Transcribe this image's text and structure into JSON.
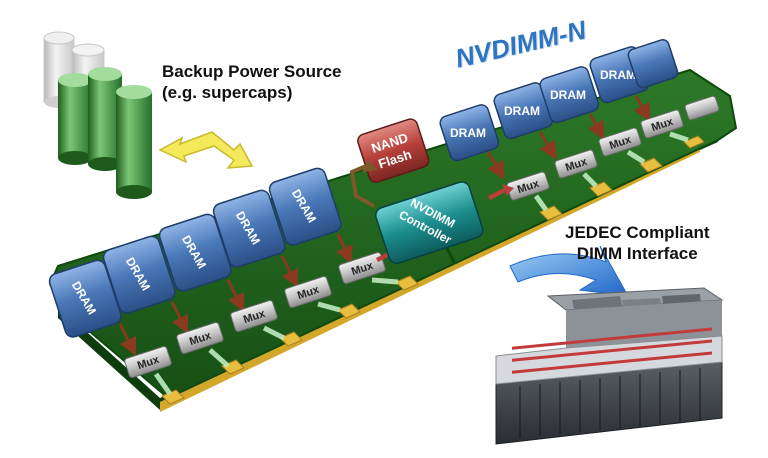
{
  "labels": {
    "module_name": "NVDIMM-N",
    "backup_power_line1": "Backup Power Source",
    "backup_power_line2": "(e.g. supercaps)",
    "jedec_line1": "JEDEC Compliant",
    "jedec_line2": "DIMM Interface",
    "dram": "DRAM",
    "mux": "Mux",
    "nand_line1": "NAND",
    "nand_line2": "Flash",
    "controller_line1": "NVDIMM",
    "controller_line2": "Controller"
  },
  "colors": {
    "title_blue": "#2f74c0",
    "board_green": "#1f6a1c",
    "gold_contacts": "#d4a62a",
    "dram_blue": "#4a78b8",
    "mux_gray": "#b8b8b8",
    "nand_red": "#b8403a",
    "controller_teal": "#1b8e8e",
    "supercap_green": "#3f9a3c",
    "arrow_yellow": "#f2ea5a"
  },
  "components": {
    "dram_count": 10,
    "mux_count": 10,
    "supercap_count": 5
  },
  "icons": [
    "supercapacitor-icon",
    "server-chassis-icon",
    "double-arrow-icon",
    "curved-arrow-icon"
  ]
}
